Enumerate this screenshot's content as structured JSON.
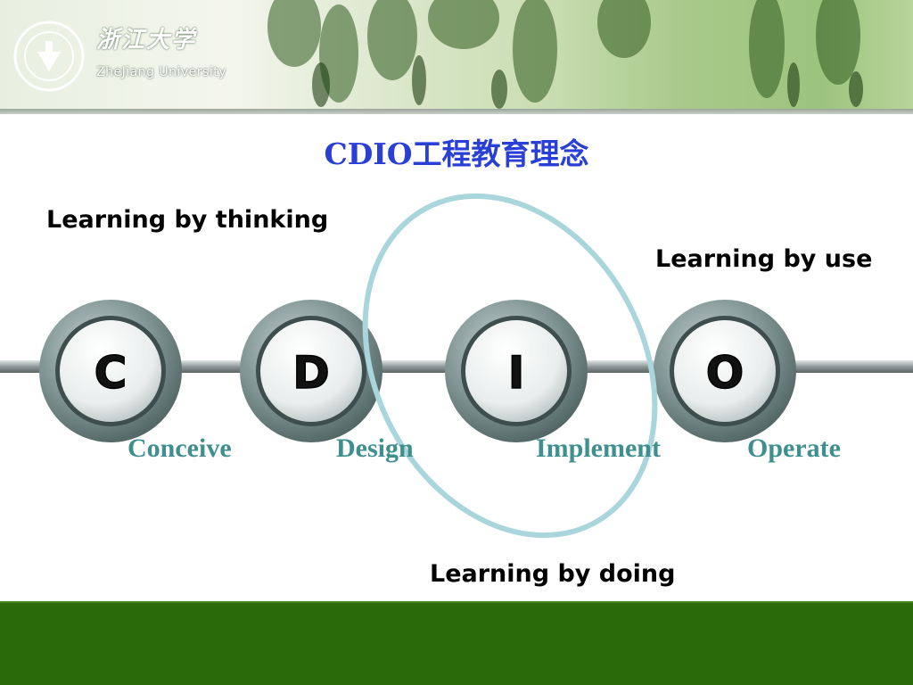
{
  "header": {
    "logo_text_cn": "浙江大学",
    "logo_text_en": "ZheJiang University"
  },
  "title": "CDIO工程教育理念",
  "phrases": {
    "thinking": "Learning by thinking",
    "use": "Learning by use",
    "doing": "Learning by doing"
  },
  "nodes": [
    {
      "letter": "C",
      "label": "Conceive"
    },
    {
      "letter": "D",
      "label": "Design"
    },
    {
      "letter": "I",
      "label": "Implement"
    },
    {
      "letter": "O",
      "label": "Operate"
    }
  ],
  "colors": {
    "title": "#2a3fd6",
    "stage_label": "#3f8f8f",
    "ellipse": "#a9d6dc",
    "footer": "#2b6a08"
  },
  "icons": {
    "logo": "university-seal-icon"
  }
}
